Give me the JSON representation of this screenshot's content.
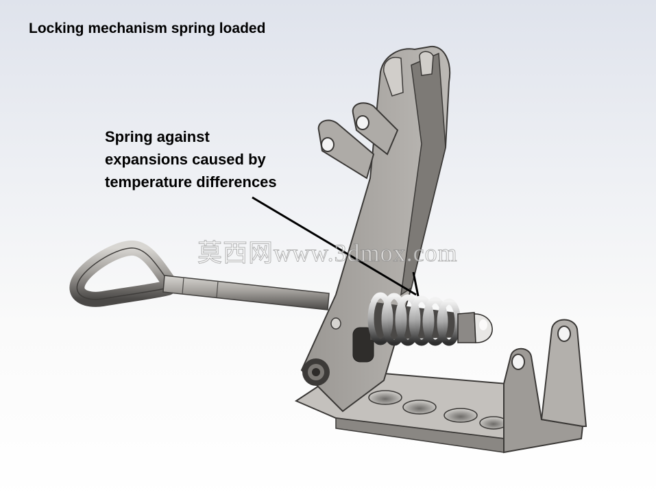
{
  "title": "Locking mechanism spring loaded",
  "callout": {
    "lines": [
      "Spring against",
      "expansions caused by",
      "temperature differences"
    ]
  },
  "watermark": "莫西网www.3dmox.com",
  "colors": {
    "metal_light": "#b9b6b2",
    "metal_mid": "#8f8c88",
    "metal_dark": "#3c3a38",
    "background_top": "#dfe3ec",
    "background_bottom": "#ffffff"
  }
}
